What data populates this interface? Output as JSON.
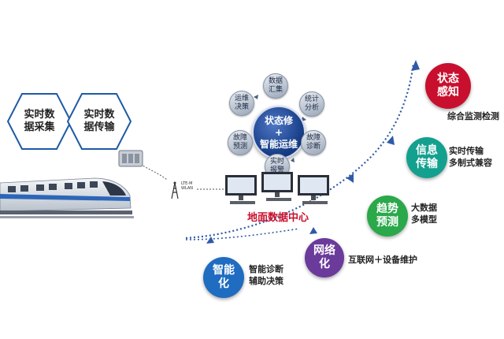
{
  "hexagons": [
    {
      "label": "实时数\n据采集"
    },
    {
      "label": "实时数\n据传输"
    }
  ],
  "hub": {
    "label": "状态修\n+\n智能运维"
  },
  "ring_nodes": [
    {
      "label": "数据\n汇集"
    },
    {
      "label": "统计\n分析"
    },
    {
      "label": "故障\n诊断"
    },
    {
      "label": "实时\n报警"
    },
    {
      "label": "故障\n预测"
    },
    {
      "label": "运维\n决策"
    }
  ],
  "ground_center": {
    "label": "地面数据中心"
  },
  "antenna": {
    "label": "LTE-M\nWLAN"
  },
  "stages": [
    {
      "bubble": "状态\n感知",
      "label": "综合监测检测",
      "color": "#c8102e"
    },
    {
      "bubble": "信息\n传输",
      "label": "实时传输\n多制式兼容",
      "color": "#14a08f"
    },
    {
      "bubble": "趋势\n预测",
      "label": "大数据\n多模型",
      "color": "#2aa84a"
    },
    {
      "bubble": "网络\n化",
      "label": "互联网＋设备维护",
      "color": "#6a3b9b"
    },
    {
      "bubble": "智能\n化",
      "label": "智能诊断\n辅助决策",
      "color": "#1f6cc1"
    }
  ]
}
